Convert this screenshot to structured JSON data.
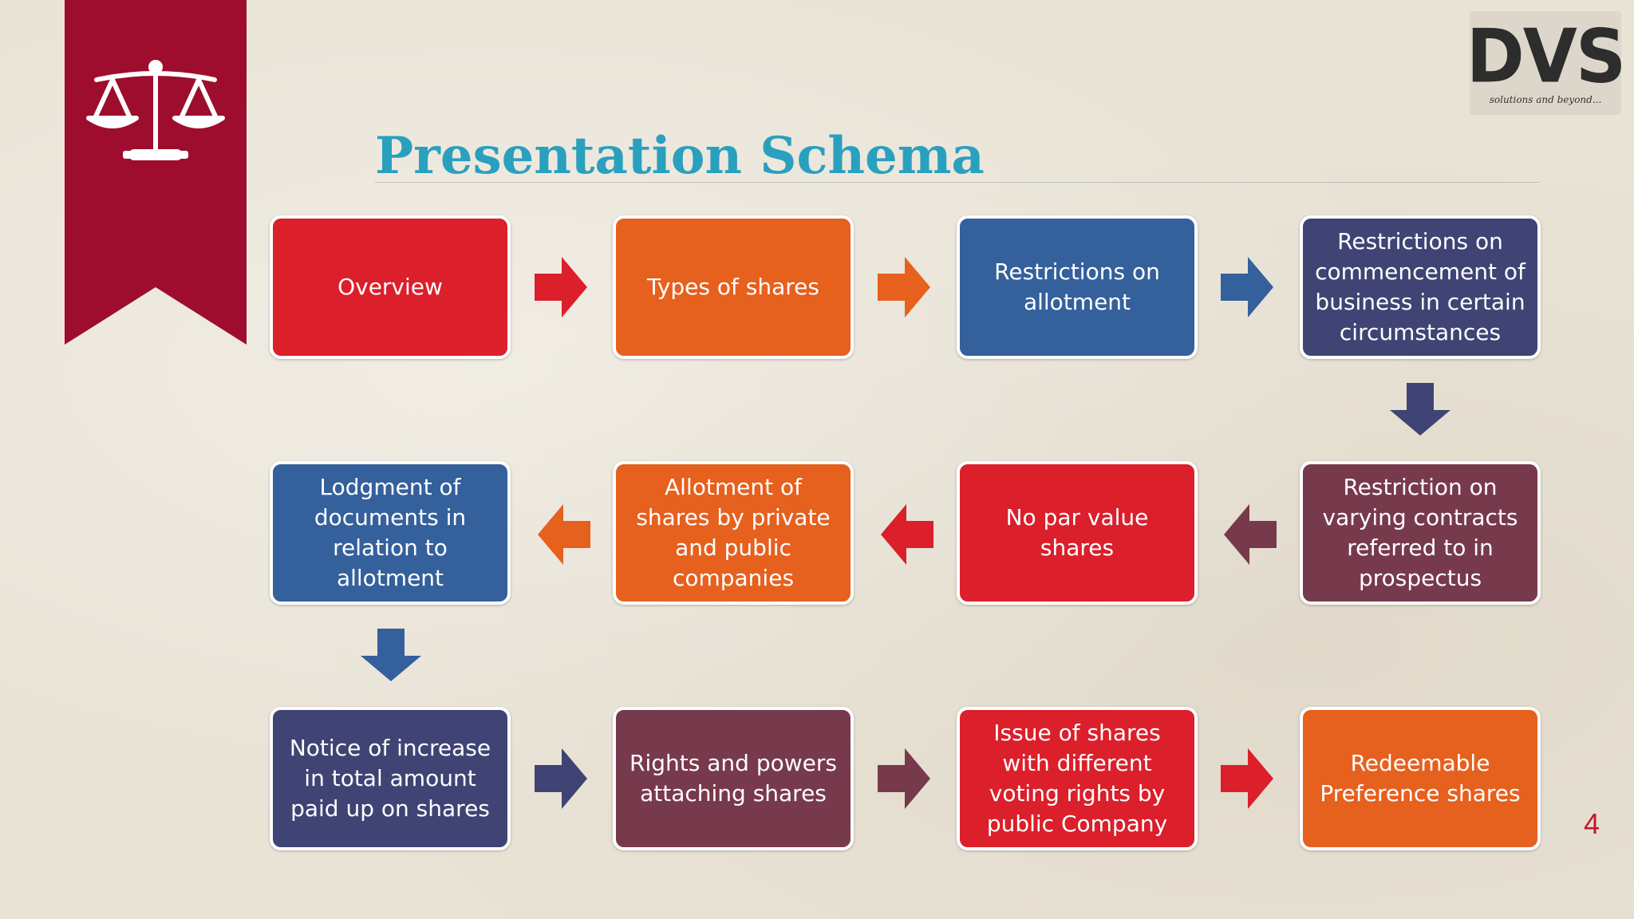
{
  "title": "Presentation Schema",
  "logo": {
    "text": "DVS",
    "tagline": "solutions and beyond..."
  },
  "page_number": "4",
  "colors": {
    "ribbon": "#9e0d2e",
    "red": "#db1f2b",
    "orange": "#e6601e",
    "blue": "#34609c",
    "indigo": "#3f4474",
    "plum": "#773a4c",
    "title": "#2aa0bf"
  },
  "icons": {
    "ribbon_icon": "scales-of-justice-icon"
  },
  "nodes": [
    {
      "label": "Overview",
      "color": "#db1f2b"
    },
    {
      "label": "Types of shares",
      "color": "#e6601e"
    },
    {
      "label": "Restrictions on allotment",
      "color": "#34609c"
    },
    {
      "label": "Restrictions on commencement of business in certain circumstances",
      "color": "#3f4474"
    },
    {
      "label": "Restriction on varying contracts referred to in prospectus",
      "color": "#773a4c"
    },
    {
      "label": "No par value shares",
      "color": "#db1f2b"
    },
    {
      "label": "Allotment of shares by private and public companies",
      "color": "#e6601e"
    },
    {
      "label": "Lodgment of documents in relation to allotment",
      "color": "#34609c"
    },
    {
      "label": "Notice of increase in total amount paid up on shares",
      "color": "#3f4474"
    },
    {
      "label": "Rights and powers attaching shares",
      "color": "#773a4c"
    },
    {
      "label": "Issue of shares with different voting rights by public Company",
      "color": "#db1f2b"
    },
    {
      "label": "Redeemable Preference shares",
      "color": "#e6601e"
    }
  ],
  "arrows": [
    {
      "dir": "right",
      "color": "#db1f2b"
    },
    {
      "dir": "right",
      "color": "#e6601e"
    },
    {
      "dir": "right",
      "color": "#34609c"
    },
    {
      "dir": "down",
      "color": "#3f4474"
    },
    {
      "dir": "left",
      "color": "#773a4c"
    },
    {
      "dir": "left",
      "color": "#db1f2b"
    },
    {
      "dir": "left",
      "color": "#e6601e"
    },
    {
      "dir": "down",
      "color": "#34609c"
    },
    {
      "dir": "right",
      "color": "#3f4474"
    },
    {
      "dir": "right",
      "color": "#773a4c"
    },
    {
      "dir": "right",
      "color": "#db1f2b"
    }
  ]
}
